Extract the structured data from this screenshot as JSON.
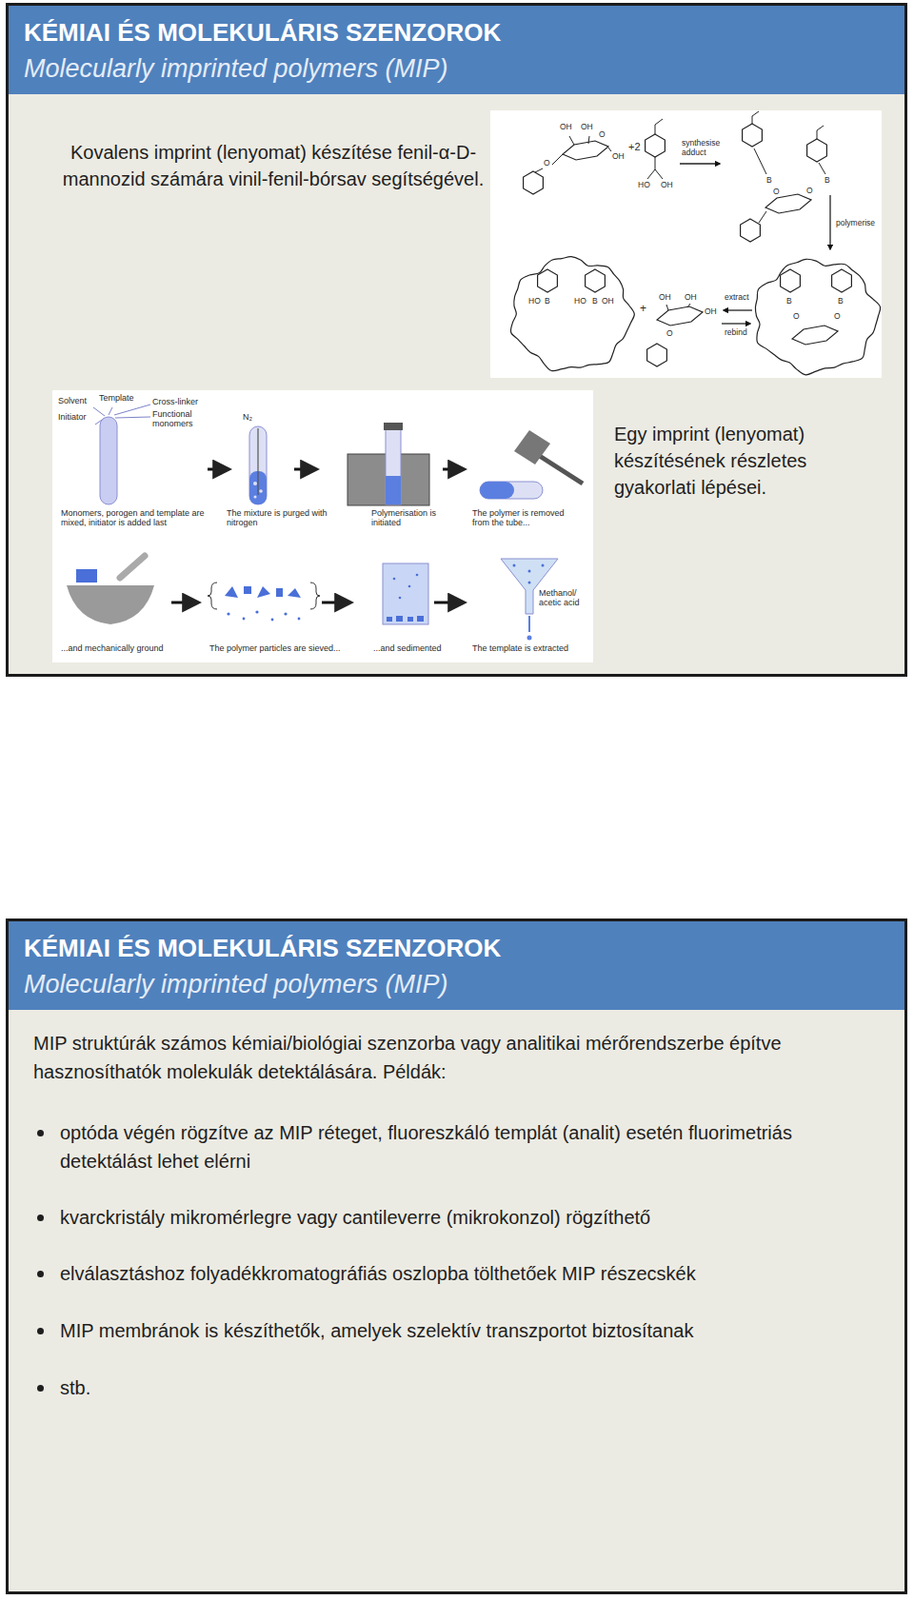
{
  "diagram": {
    "nodes": [
      {
        "text": [
          "Kovalens imprint (lenyomat) készítése fenil-α-D-mannozid számára vinil-fenil-bórsav segítségével.",
          "Egy imprint (lenyomat) készítésének részletes gyakorlati lépései."
        ]
      },
      {
        "text": [
          "KÉMIAI ÉS MOLEKULÁRIS SZENZOROK",
          "Molecularly imprinted polymers (MIP)"
        ],
        "in": 0
      },
      {
        "text": [
          "MIP struktúrák számos kémiai/biológiai szenzorba vagy analitikai mérőrendszerbe építve hasznosíthatók molekulák detektálására. Példák:",
          "optóda végén rögzítve az MIP réteget, fluoreszkáló templát (analit) esetén fluorimetriás detektálást lehet elérni",
          "kvarckristály mikromérlegre vagy cantileverre (mikrokonzol) rögzíthető",
          "elválasztáshoz folyadékkromatográfiás oszlopba tölthetőek MIP részecskék",
          "MIP membránok is készíthetők, amelyek szelektív transzportot biztosítanak",
          "stb."
        ]
      },
      {
        "text": [
          "KÉMIAI ÉS MOLEKULÁRIS SZENZOROK",
          "Molecularly imprinted polymers (MIP)"
        ],
        "in": 2
      }
    ],
    "labels": [
      "OH",
      "OH",
      "O",
      "OH",
      "O",
      "+2",
      "HO",
      "OH",
      "synthesise adduct",
      "O",
      "B",
      "O",
      "B",
      "polymerise",
      "HO",
      "B",
      "HO",
      "B",
      "OH",
      "+",
      "OH",
      "OH",
      "OH",
      "O",
      "extract",
      "rebind",
      "B",
      "B",
      "O",
      "O",
      "Solvent",
      "Template",
      "Initiator",
      "Cross-linker",
      "Functional monomers",
      "N₂",
      "Monomers, porogen and template are mixed, initiator is added last",
      "The mixture is purged with nitrogen",
      "Polymerisation is initiated",
      "The polymer is removed from the tube...",
      "Methanol/ acetic acid",
      "...and mechanically ground",
      "The polymer particles are sieved...",
      "...and sedimented",
      "The template is extracted"
    ]
  }
}
